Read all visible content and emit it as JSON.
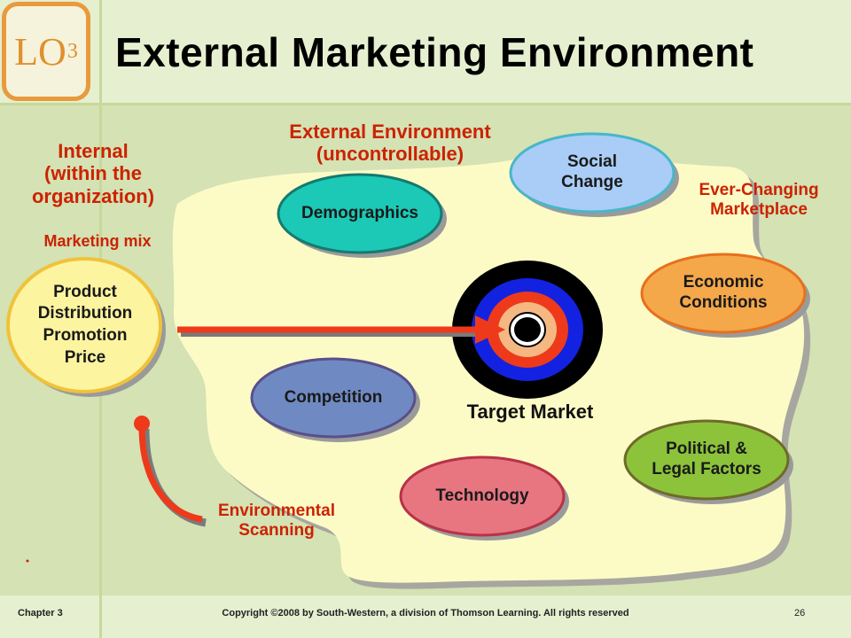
{
  "slide": {
    "badge": {
      "prefix": "LO",
      "number": "3"
    },
    "title": "External Marketing Environment"
  },
  "labels": {
    "internal_line1": "Internal",
    "internal_line2": "(within the",
    "internal_line3": "organization)",
    "marketing_mix": "Marketing mix",
    "external_line1": "External Environment",
    "external_line2": "(uncontrollable)",
    "ever_changing_line1": "Ever-Changing",
    "ever_changing_line2": "Marketplace",
    "target_market": "Target Market",
    "scanning_line1": "Environmental",
    "scanning_line2": "Scanning"
  },
  "marketing_mix_items": [
    "Product",
    "Distribution",
    "Promotion",
    "Price"
  ],
  "factors": {
    "demographics": "Demographics",
    "social_line1": "Social",
    "social_line2": "Change",
    "economic_line1": "Economic",
    "economic_line2": "Conditions",
    "competition": "Competition",
    "political_line1": "Political &",
    "political_line2": "Legal Factors",
    "technology": "Technology"
  },
  "footer": {
    "chapter": "Chapter 3",
    "copyright": "Copyright ©2008 by South-Western, a division of Thomson Learning.  All rights reserved",
    "page": "26"
  },
  "colors": {
    "background": "#d4e2b4",
    "region_fill": "#fcfbc6",
    "accent_red": "#cc2200",
    "badge_orange": "#e89a3c",
    "demographics": "#1bc9b6",
    "social": "#a9cdf6",
    "economic": "#f4a84a",
    "competition": "#6f8ac2",
    "political": "#8cc33b",
    "technology": "#e77681",
    "marketing_mix": "#fdf4a0",
    "target_blue": "#1222e0",
    "target_red": "#ee3a1a",
    "target_peach": "#f5b883"
  }
}
